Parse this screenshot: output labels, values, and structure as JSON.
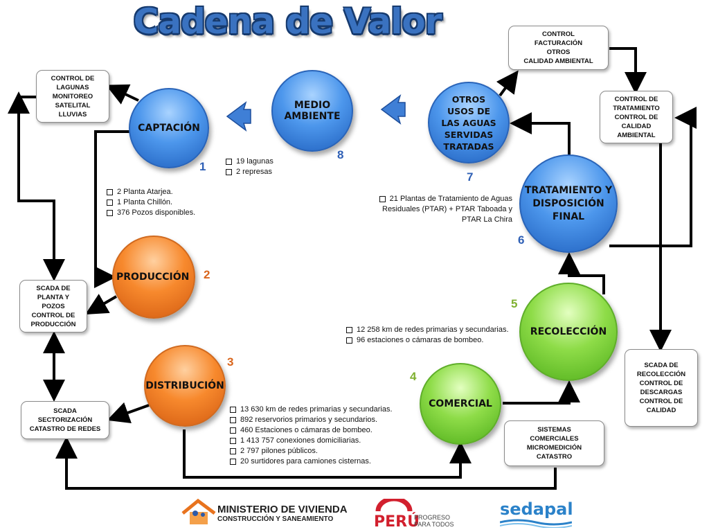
{
  "title": "Cadena de Valor",
  "colors": {
    "blue": "#3a7fd8",
    "orange": "#f07d2a",
    "green": "#7fd13b",
    "number_blue": "#2e5fb5",
    "number_orange": "#d9651c",
    "number_green": "#7fb030"
  },
  "nodes": {
    "captacion": {
      "label": "CAPTACIÓN",
      "number": "1"
    },
    "produccion": {
      "label": "PRODUCCIÓN",
      "number": "2"
    },
    "distribucion": {
      "label": "DISTRIBUCIÓN",
      "number": "3"
    },
    "comercial": {
      "label": "COMERCIAL",
      "number": "4"
    },
    "recoleccion": {
      "label": "RECOLECCIÓN",
      "number": "5"
    },
    "tratamiento": {
      "lines": [
        "TRATAMIENTO Y",
        "DISPOSICIÓN",
        "FINAL"
      ],
      "number": "6"
    },
    "otros_usos": {
      "lines": [
        "OTROS",
        "USOS DE",
        "LAS AGUAS",
        "SERVIDAS",
        "TRATADAS"
      ],
      "number": "7"
    },
    "medio_ambiente": {
      "lines": [
        "MEDIO",
        "AMBIENTE"
      ],
      "number": "8"
    }
  },
  "boxes": {
    "lagunas": [
      "CONTROL DE",
      "LAGUNAS",
      "MONITOREO",
      "SATELITAL",
      "LLUVIAS"
    ],
    "scada_planta": [
      "SCADA DE",
      "PLANTA Y",
      "POZOS",
      "CONTROL DE",
      "PRODUCCIÓN"
    ],
    "scada_sectorizacion": [
      "SCADA",
      "SECTORIZACIÓN",
      "CATASTRO DE REDES"
    ],
    "control_facturacion": [
      "CONTROL",
      "FACTURACIÓN",
      "OTROS",
      "CALIDAD AMBIENTAL"
    ],
    "control_tratamiento": [
      "CONTROL DE",
      "TRATAMIENTO",
      "CONTROL DE",
      "CALIDAD",
      "AMBIENTAL"
    ],
    "scada_recoleccion": [
      "SCADA DE",
      "RECOLECCIÓN",
      "CONTROL DE",
      "DESCARGAS",
      "CONTROL DE",
      "CALIDAD"
    ],
    "sistemas_comerciales": [
      "SISTEMAS",
      "COMERCIALES",
      "MICROMEDICIÓN",
      "CATASTRO"
    ]
  },
  "lists": {
    "medio_ambiente": [
      "19 lagunas",
      "2 represas"
    ],
    "captacion": [
      "2 Planta Atarjea.",
      "1 Planta Chillón.",
      "376 Pozos disponibles."
    ],
    "otros_usos": [
      "21 Plantas de Tratamiento de Aguas",
      "Residuales (PTAR) + PTAR Taboada y",
      "PTAR La Chira"
    ],
    "recoleccion": [
      "12 258 km de redes primarias y secundarias.",
      "96 estaciones o cámaras de bombeo."
    ],
    "distribucion": [
      "13 630 km de redes primarias y secundarias.",
      "892 reservorios primarios y secundarios.",
      "460 Estaciones o cámaras de bombeo.",
      "1 413 757 conexiones domiciliarias.",
      "2 797 pilones públicos.",
      "20 surtidores para camiones cisternas."
    ]
  },
  "logos": {
    "ministerio_line1": "MINISTERIO DE VIVIENDA",
    "ministerio_line2": "CONSTRUCCIÓN Y SANEAMIENTO",
    "peru": "PERÚ",
    "peru_tag1": "PROGRESO",
    "peru_tag2": "PARA TODOS",
    "sedapal": "sedapal"
  }
}
